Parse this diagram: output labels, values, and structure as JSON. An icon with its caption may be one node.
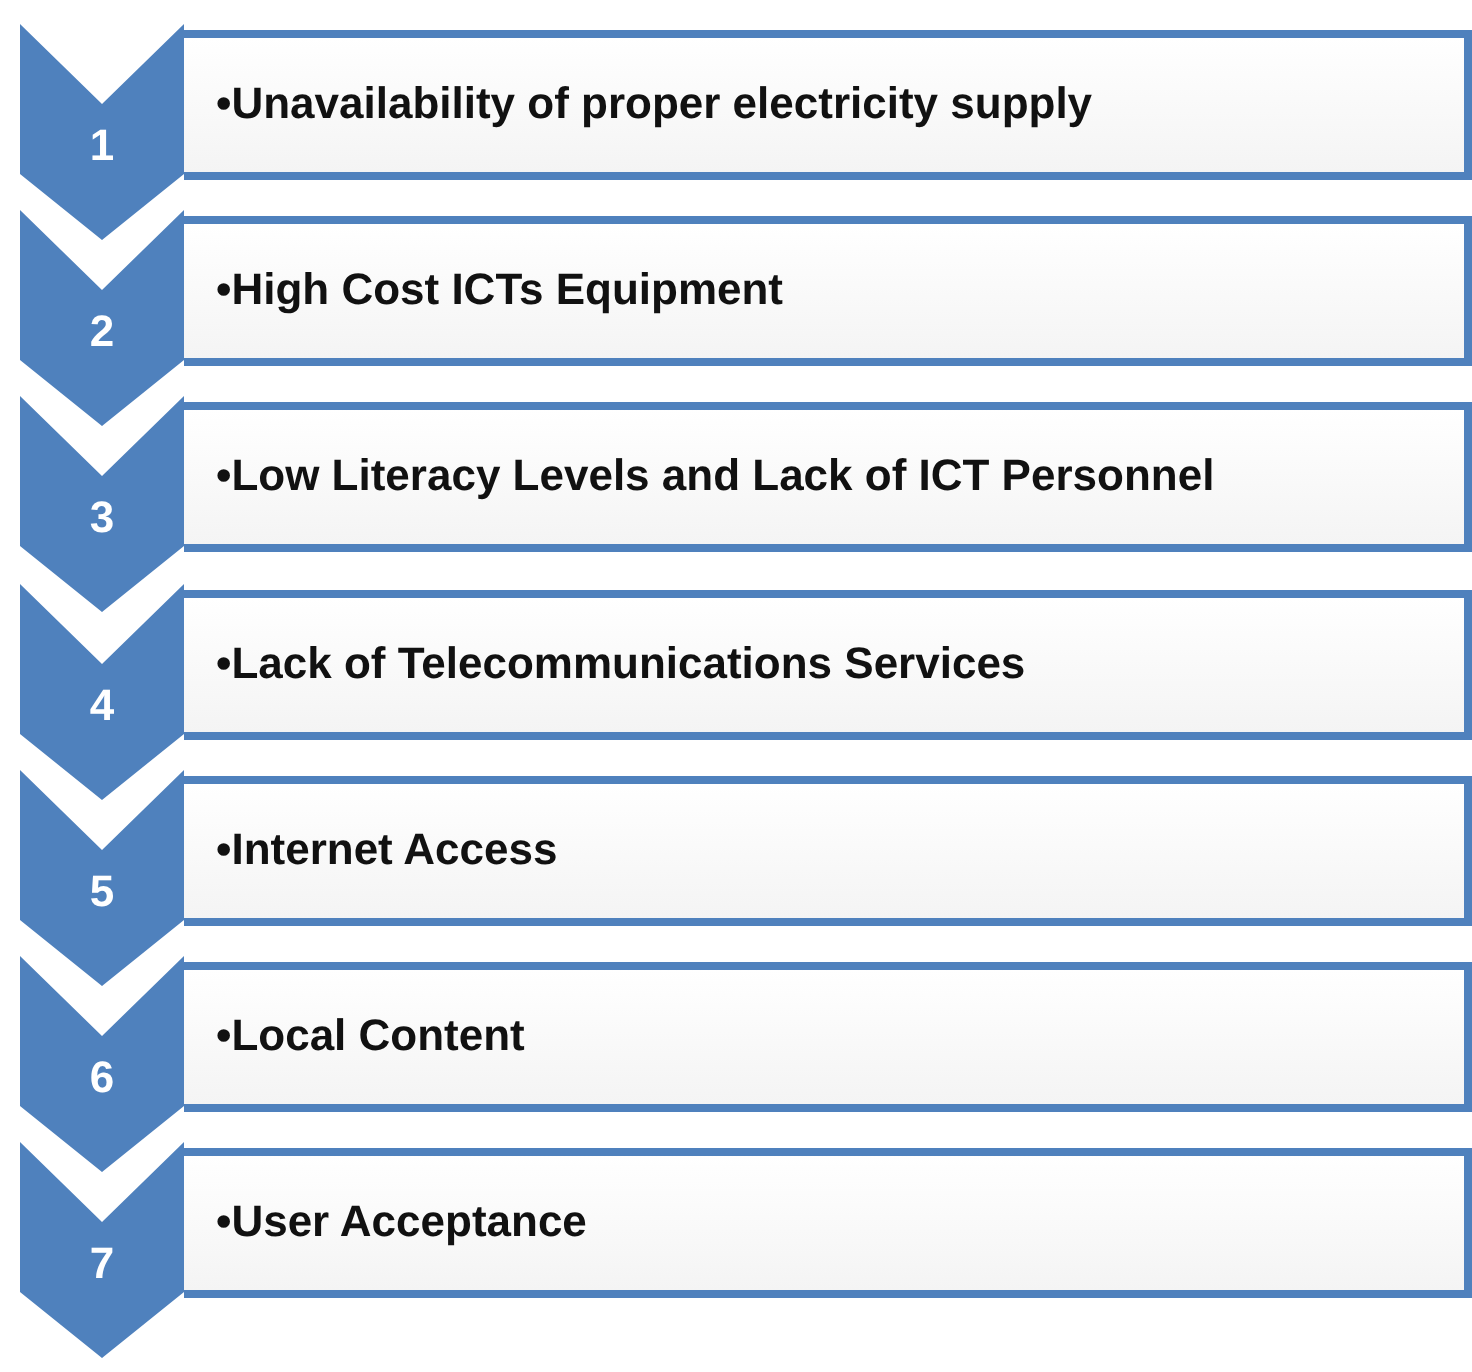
{
  "diagram": {
    "nodes": [
      {
        "text": [
          "1"
        ]
      },
      {
        "text": [
          "•Unavailability of proper electricity supply"
        ]
      },
      {
        "text": [
          "2"
        ]
      },
      {
        "text": [
          "•High Cost ICTs Equipment"
        ]
      },
      {
        "text": [
          "3"
        ]
      },
      {
        "text": [
          "•Low Literacy Levels and Lack of ICT Personnel"
        ]
      },
      {
        "text": [
          "4"
        ]
      },
      {
        "text": [
          "•Lack of Telecommunications Services"
        ]
      },
      {
        "text": [
          "5"
        ]
      },
      {
        "text": [
          "•Internet Access"
        ]
      },
      {
        "text": [
          "6"
        ]
      },
      {
        "text": [
          "•Local Content"
        ]
      },
      {
        "text": [
          "7"
        ]
      },
      {
        "text": [
          "•User Acceptance"
        ]
      }
    ],
    "edges": []
  }
}
